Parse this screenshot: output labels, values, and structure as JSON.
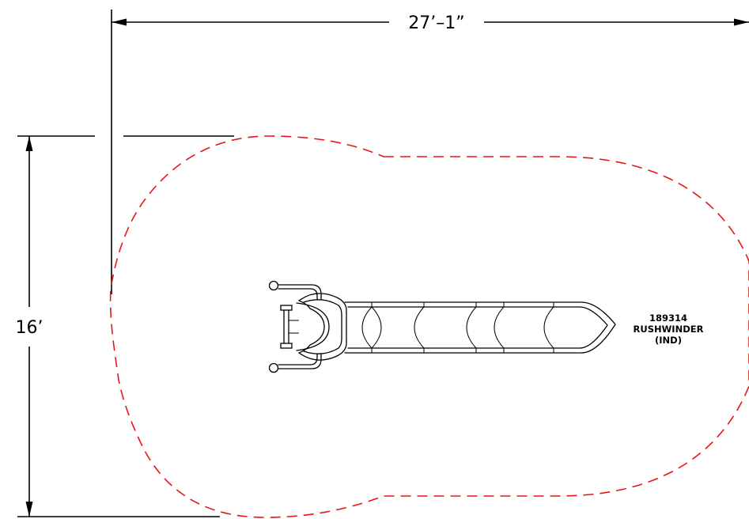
{
  "dimensions": {
    "width_label": "27’–1”",
    "height_label": "16’"
  },
  "equipment": {
    "part_number": "189314",
    "name": "RUSHWINDER",
    "type": "(IND)"
  },
  "colors": {
    "use_zone": "#e8141c",
    "linework": "#000000",
    "background": "#ffffff"
  }
}
